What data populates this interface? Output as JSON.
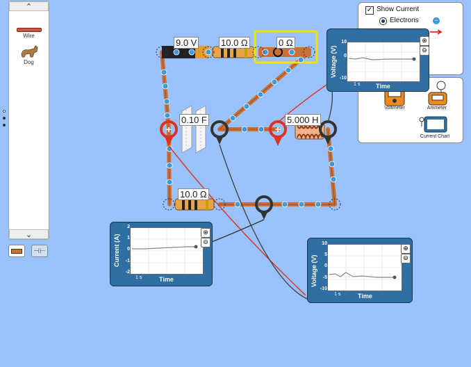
{
  "toolbox": {
    "scroll_up": "⌃",
    "scroll_down": "⌄",
    "items": [
      {
        "label": "Wire",
        "icon": "wire-icon"
      },
      {
        "label": "Dog",
        "icon": "dog-icon"
      }
    ]
  },
  "legend": {
    "show_current_label": "Show Current",
    "electrons_label": "Electrons",
    "show_current_checked": true
  },
  "sensors": {
    "voltmeter_label": "Voltmeter",
    "ammeter_label": "Ammeter",
    "current_chart_label": "Current Chart"
  },
  "components": {
    "battery": "9.0 V",
    "resistor_top": "10.0 Ω",
    "switch_resistance": "0 Ω",
    "capacitor": "0.10 F",
    "inductor": "5.000 H",
    "resistor_bottom": "10.0 Ω"
  },
  "charts": {
    "voltage_top": {
      "ylabel": "Voltage (V)",
      "ticks": [
        "10",
        "0",
        "-10"
      ],
      "time_label": "Time",
      "scale": "1 s"
    },
    "current": {
      "ylabel": "Current (A)",
      "ticks": [
        "2",
        "1",
        "0",
        "-1",
        "-2"
      ],
      "time_label": "Time",
      "scale": "1 s"
    },
    "voltage_bottom": {
      "ylabel": "Voltage (V)",
      "ticks": [
        "10",
        "5",
        "0",
        "-5",
        "-10"
      ],
      "time_label": "Time",
      "scale": "1 s"
    }
  },
  "colors": {
    "background": "#99c2ff",
    "chart_panel": "#2f6fa3",
    "selection": "#f2e200",
    "wire": "#d2733c",
    "electron": "#3b9ad9"
  }
}
